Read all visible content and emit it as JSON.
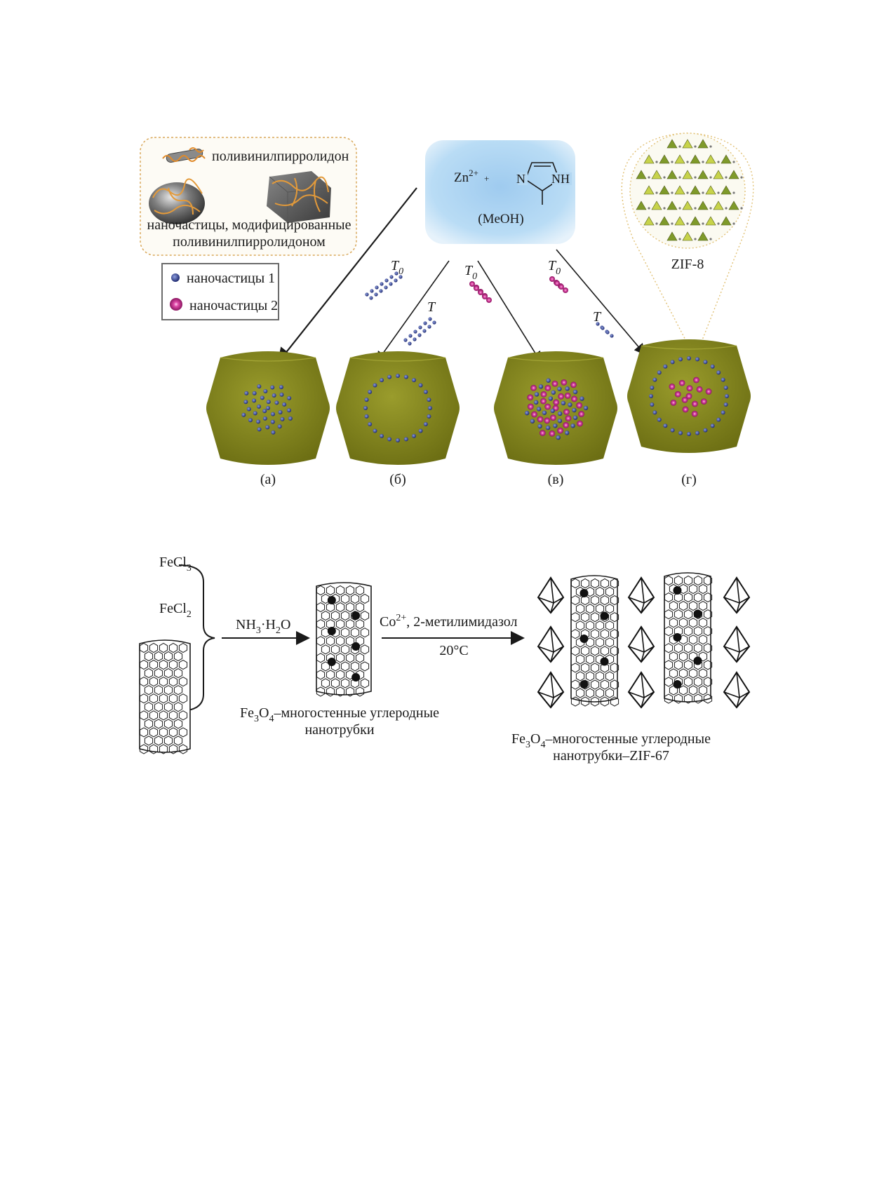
{
  "figure1": {
    "legend": {
      "polymer": "поливинилпирролидон",
      "modified_line1": "наночастицы, модифицированные",
      "modified_line2": "поливинилпирролидоном",
      "np1": "наночастицы 1",
      "np2": "наночастицы 2"
    },
    "reagents": {
      "zinc": "Zn",
      "zinc_charge": "2+",
      "plus": "+",
      "n_left": "N",
      "nh": "NH",
      "solvent": "(MeOH)"
    },
    "temps": {
      "T0": "T",
      "T0_sub": "0",
      "T": "T"
    },
    "zif_label": "ZIF-8",
    "panels": [
      "(а)",
      "(б)",
      "(в)",
      "(г)"
    ],
    "colors": {
      "crystal": "#8a8c22",
      "np1": "#2f3a8c",
      "np2": "#b0267a",
      "bubble": "#a9d2f0"
    }
  },
  "figure2": {
    "fecl3": "FeCl",
    "fecl3_sub": "3",
    "fecl2": "FeCl",
    "fecl2_sub": "2",
    "step1": {
      "a": "NH",
      "a_sub": "3",
      "dot": "·H",
      "b_sub": "2",
      "c": "O"
    },
    "step2": {
      "co": "Co",
      "co_sup": "2+",
      "rest": ", 2-метилимидазол",
      "temp": "20°C"
    },
    "product1": {
      "fe": "Fe",
      "sub3": "3",
      "o": "O",
      "sub4": "4",
      "rest": "–многостенные углеродные",
      "line2": "нанотрубки"
    },
    "product2": {
      "fe": "Fe",
      "sub3": "3",
      "o": "O",
      "sub4": "4",
      "rest": "–многостенные углеродные",
      "line2": "нанотрубки–ZIF-67"
    }
  }
}
